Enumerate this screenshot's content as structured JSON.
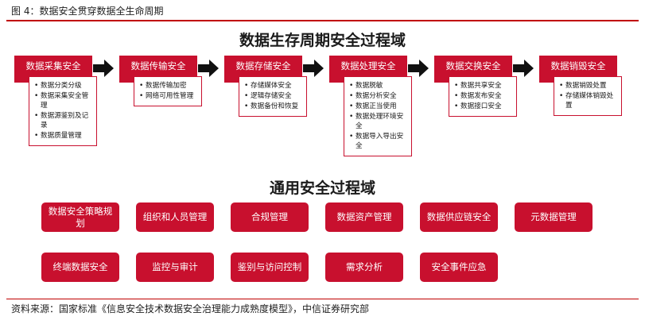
{
  "figure_caption": "图 4：数据安全贯穿数据全生命周期",
  "lifecycle": {
    "title": "数据生存周期安全过程域",
    "stages": [
      {
        "name": "数据采集安全",
        "items": [
          "数据分类分级",
          "数据采集安全管理",
          "数据源鉴别及记录",
          "数据质量管理"
        ]
      },
      {
        "name": "数据传输安全",
        "items": [
          "数据传输加密",
          "网络可用性管理"
        ]
      },
      {
        "name": "数据存储安全",
        "items": [
          "存储媒体安全",
          "逻辑存储安全",
          "数据备份和恢复"
        ]
      },
      {
        "name": "数据处理安全",
        "items": [
          "数据脱敏",
          "数据分析安全",
          "数据正当使用",
          "数据处理环境安全",
          "数据导入导出安全"
        ]
      },
      {
        "name": "数据交换安全",
        "items": [
          "数据共享安全",
          "数据发布安全",
          "数据接口安全"
        ]
      },
      {
        "name": "数据销毁安全",
        "items": [
          "数据销毁处置",
          "存储媒体销毁处置"
        ]
      }
    ]
  },
  "general": {
    "title": "通用安全过程域",
    "row1": [
      "数据安全策略规划",
      "组织和人员管理",
      "合规管理",
      "数据资产管理",
      "数据供应链安全",
      "元数据管理"
    ],
    "row2": [
      "终端数据安全",
      "监控与审计",
      "鉴别与访问控制",
      "需求分析",
      "安全事件应急"
    ]
  },
  "source": "资料来源：国家标准《信息安全技术数据安全治理能力成熟度模型》，中信证券研究部",
  "colors": {
    "accent": "#c8102e",
    "arrow": "#111111"
  }
}
